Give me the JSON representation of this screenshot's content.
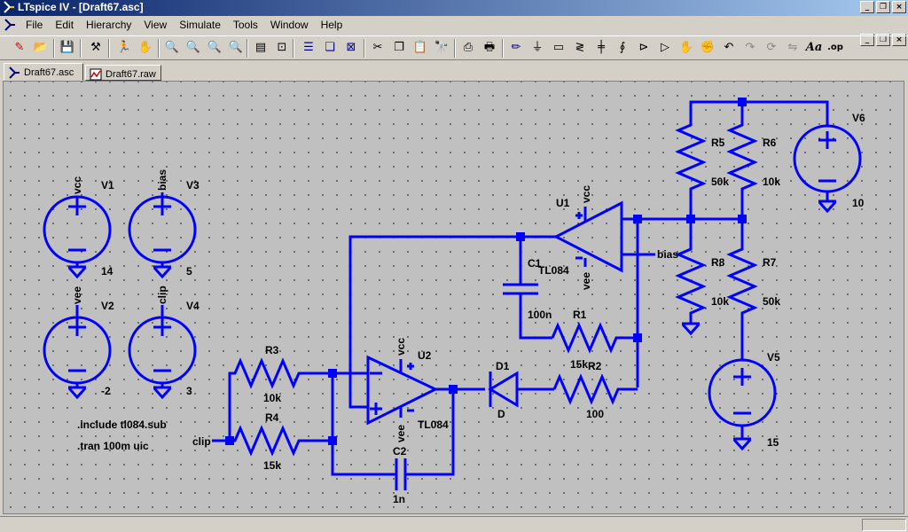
{
  "window": {
    "title": "LTspice IV - [Draft67.asc]"
  },
  "menu": {
    "items": [
      "File",
      "Edit",
      "Hierarchy",
      "View",
      "Simulate",
      "Tools",
      "Window",
      "Help"
    ]
  },
  "toolbar": {
    "icons": [
      "new-schematic",
      "open",
      "save",
      "control-panel",
      "run",
      "halt",
      "zoom-in",
      "pan",
      "zoom-out",
      "zoom-cancel",
      "autorange",
      "fit-window",
      "tile-horizontal",
      "cascade",
      "close-window",
      "cut",
      "copy",
      "paste",
      "find",
      "print-setup",
      "print",
      "draw-wire",
      "ground",
      "label-net",
      "resistor",
      "capacitor",
      "inductor",
      "diode",
      "component",
      "move",
      "drag",
      "undo",
      "redo",
      "rotate",
      "mirror",
      "text",
      "spice-directive"
    ]
  },
  "tabs": [
    {
      "label": "Draft67.asc",
      "active": true
    },
    {
      "label": "Draft67.raw",
      "active": false
    }
  ],
  "schematic": {
    "wire_color": "#0000ff",
    "sources": [
      {
        "name": "V1",
        "value": "14",
        "net": "vcc"
      },
      {
        "name": "V2",
        "value": "-2",
        "net": "vee"
      },
      {
        "name": "V3",
        "value": "5",
        "net": "bias"
      },
      {
        "name": "V4",
        "value": "3",
        "net": "clip"
      },
      {
        "name": "V5",
        "value": "15"
      },
      {
        "name": "V6",
        "value": "10"
      }
    ],
    "resistors": [
      {
        "name": "R1",
        "value": "15k"
      },
      {
        "name": "R2",
        "value": "100"
      },
      {
        "name": "R3",
        "value": "10k"
      },
      {
        "name": "R4",
        "value": "15k"
      },
      {
        "name": "R5",
        "value": "50k"
      },
      {
        "name": "R6",
        "value": "10k"
      },
      {
        "name": "R7",
        "value": "50k"
      },
      {
        "name": "R8",
        "value": "10k"
      }
    ],
    "capacitors": [
      {
        "name": "C1",
        "value": "100n"
      },
      {
        "name": "C2",
        "value": "1n"
      }
    ],
    "diodes": [
      {
        "name": "D1",
        "value": "D"
      }
    ],
    "opamps": [
      {
        "name": "U1",
        "value": "TL084",
        "vcc": "vcc",
        "vee": "vee"
      },
      {
        "name": "U2",
        "value": "TL084",
        "vcc": "vcc",
        "vee": "vee"
      }
    ],
    "net_labels": {
      "bias": "bias",
      "clip": "clip"
    },
    "directives": [
      ".include tl084.sub",
      ".tran 100m uic"
    ]
  }
}
